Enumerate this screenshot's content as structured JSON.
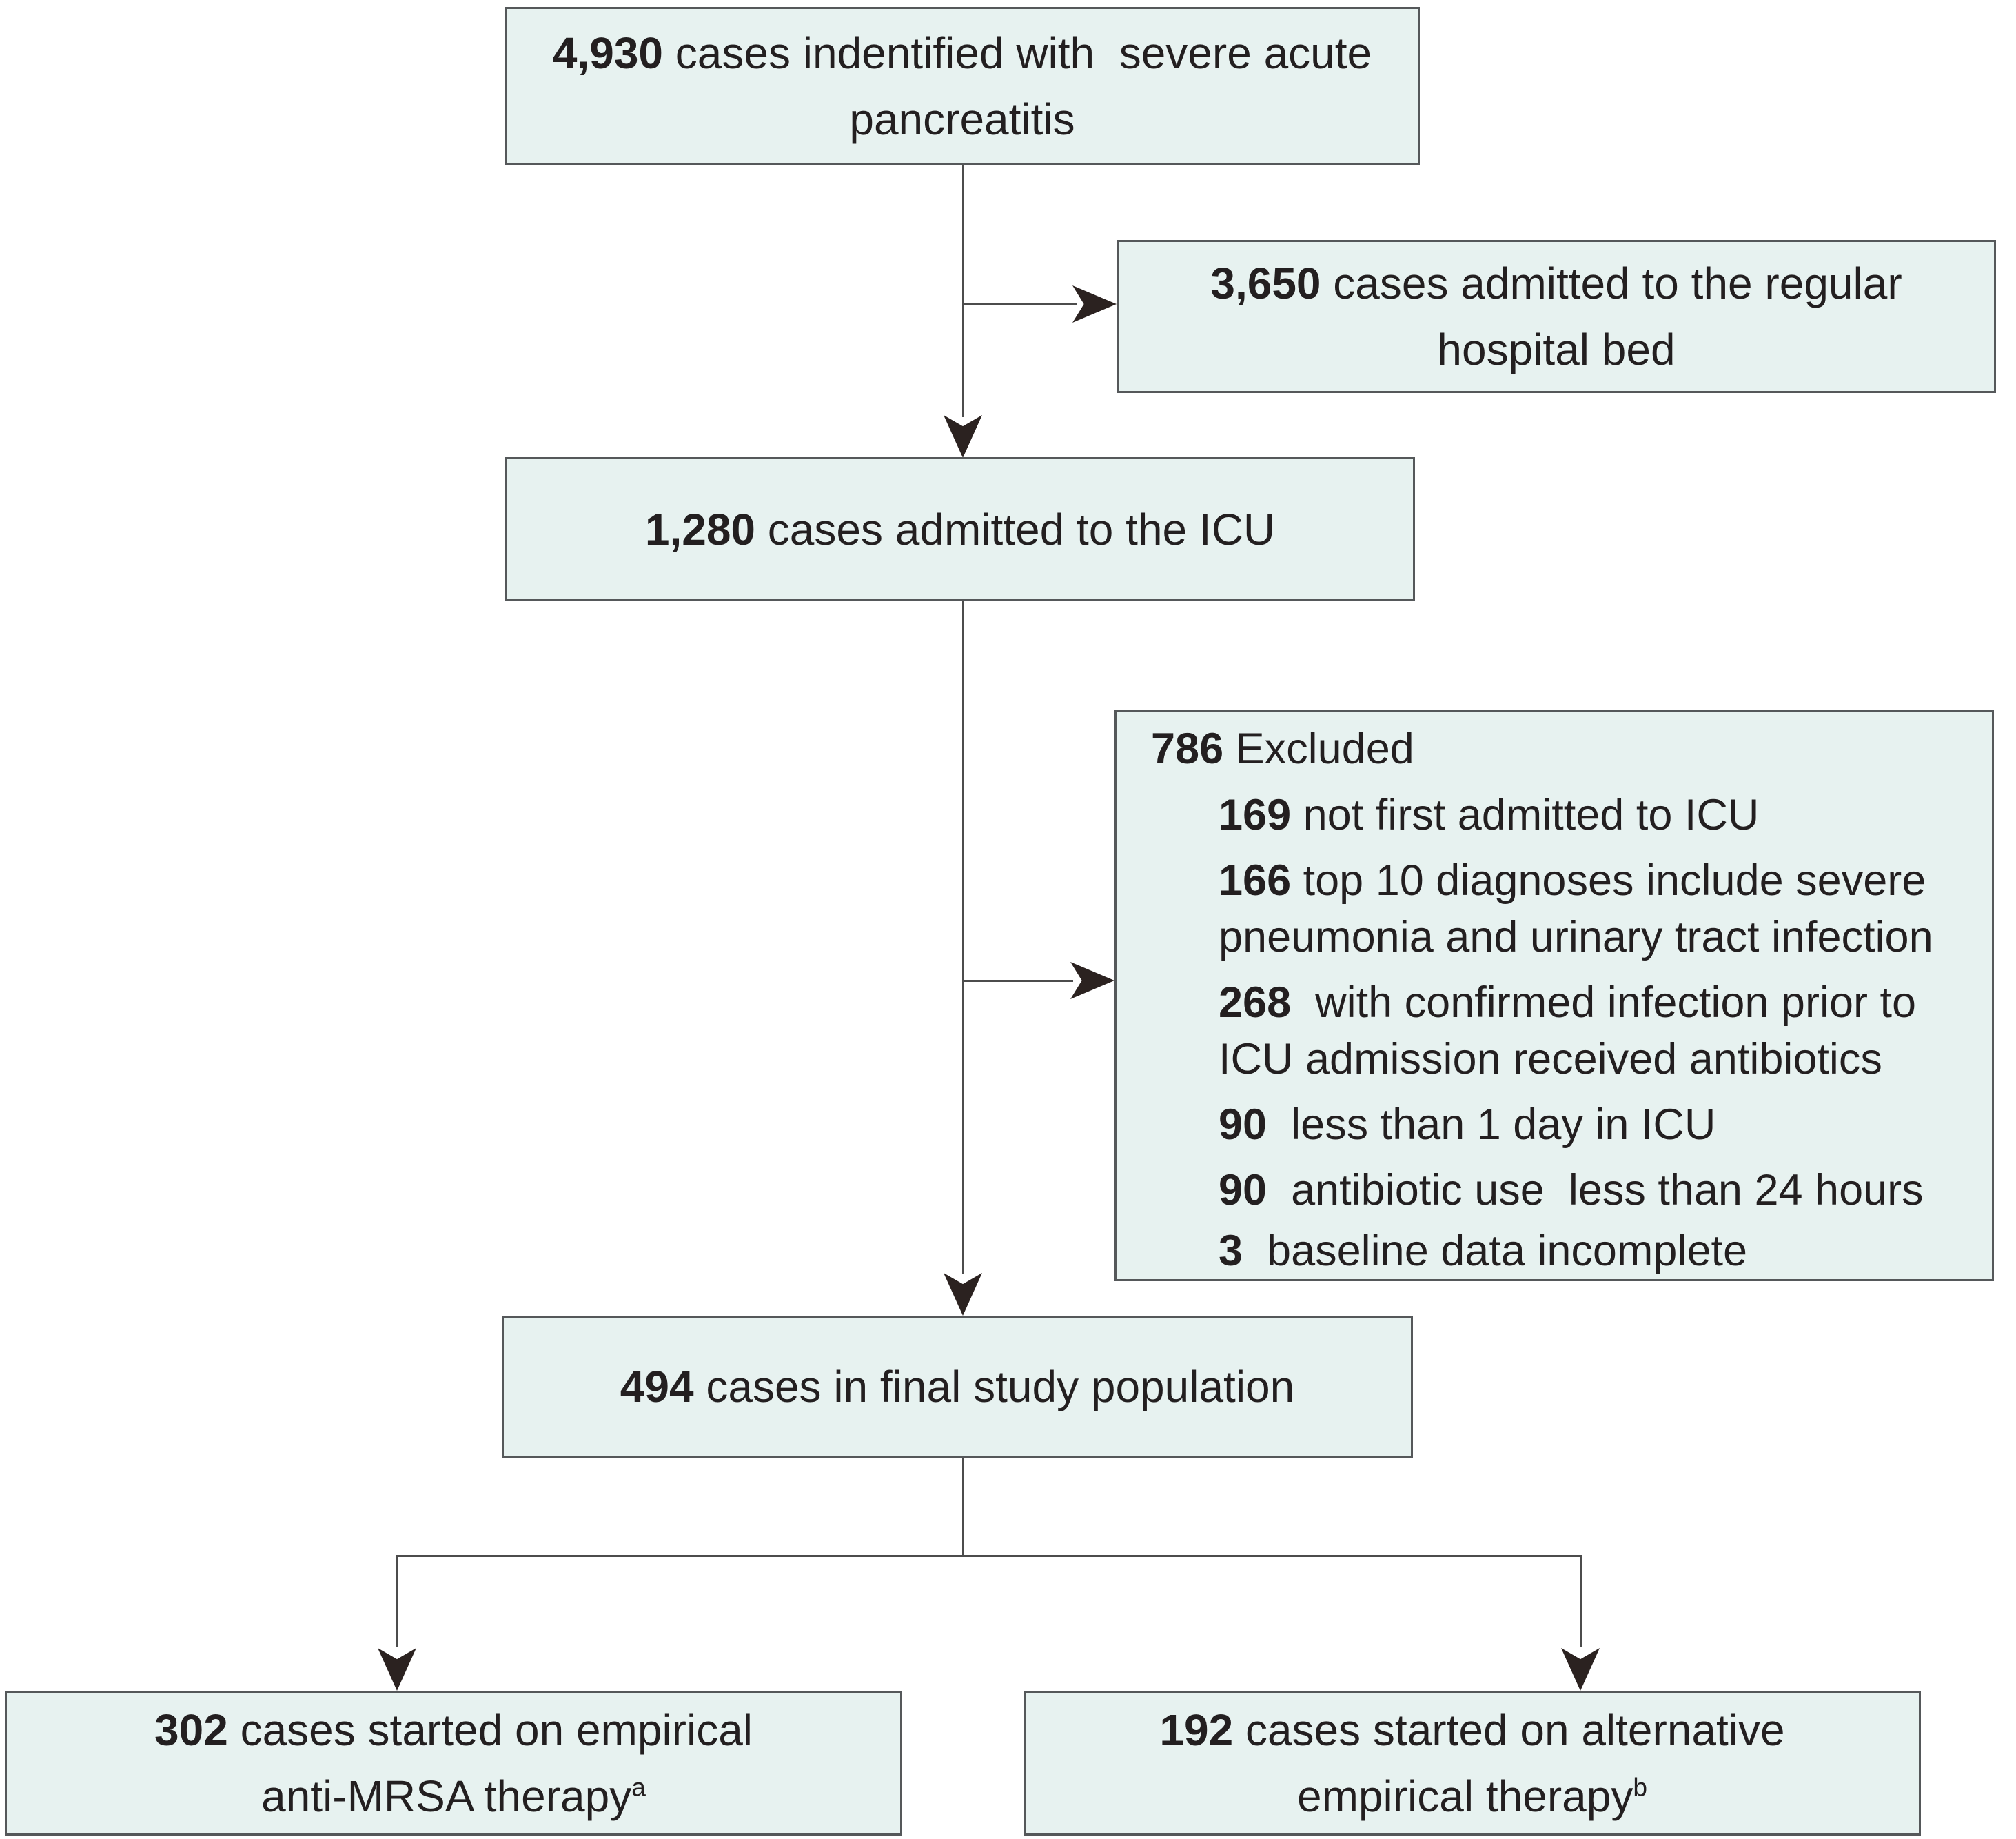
{
  "figure": {
    "type": "patient-flow-diagram"
  },
  "colors": {
    "box_fill": "#e7f2f0",
    "box_border": "#55585a",
    "connector": "#4c4c4c",
    "arrowhead": "#2b2220",
    "text": "#231f20",
    "background": "#ffffff"
  },
  "boxes": {
    "identified": {
      "num": "4,930",
      "line1": " cases indentified with  severe acute",
      "line2": "pancreatitis"
    },
    "regular_bed": {
      "num": "3,650",
      "line1": " cases admitted to the regular",
      "line2": "hospital bed"
    },
    "icu": {
      "num": "1,280",
      "line1": " cases admitted to the ICU"
    },
    "excluded": {
      "num": "786",
      "title": " Excluded",
      "entries": [
        {
          "num": "169",
          "lines": [
            " not first admitted to ICU"
          ]
        },
        {
          "num": "166",
          "lines": [
            " top 10 diagnoses include severe",
            "pneumonia and urinary tract infection"
          ]
        },
        {
          "num": "268",
          "lines": [
            "  with confirmed infection prior to",
            "ICU admission received antibiotics"
          ]
        },
        {
          "num": "90",
          "lines": [
            "  less than 1 day in ICU"
          ]
        },
        {
          "num": "90",
          "lines": [
            "  antibiotic use  less than 24 hours"
          ]
        },
        {
          "num": "3",
          "lines": [
            "  baseline data incomplete"
          ]
        }
      ]
    },
    "final": {
      "num": "494",
      "line1": " cases in final study population"
    },
    "anti_mrsa": {
      "num": "302",
      "line1": " cases started on empirical",
      "line2": "anti-MRSA therapy",
      "superscript": "a"
    },
    "alternative": {
      "num": "192",
      "line1": " cases started on alternative",
      "line2": "empirical therapy",
      "superscript": "b"
    }
  }
}
